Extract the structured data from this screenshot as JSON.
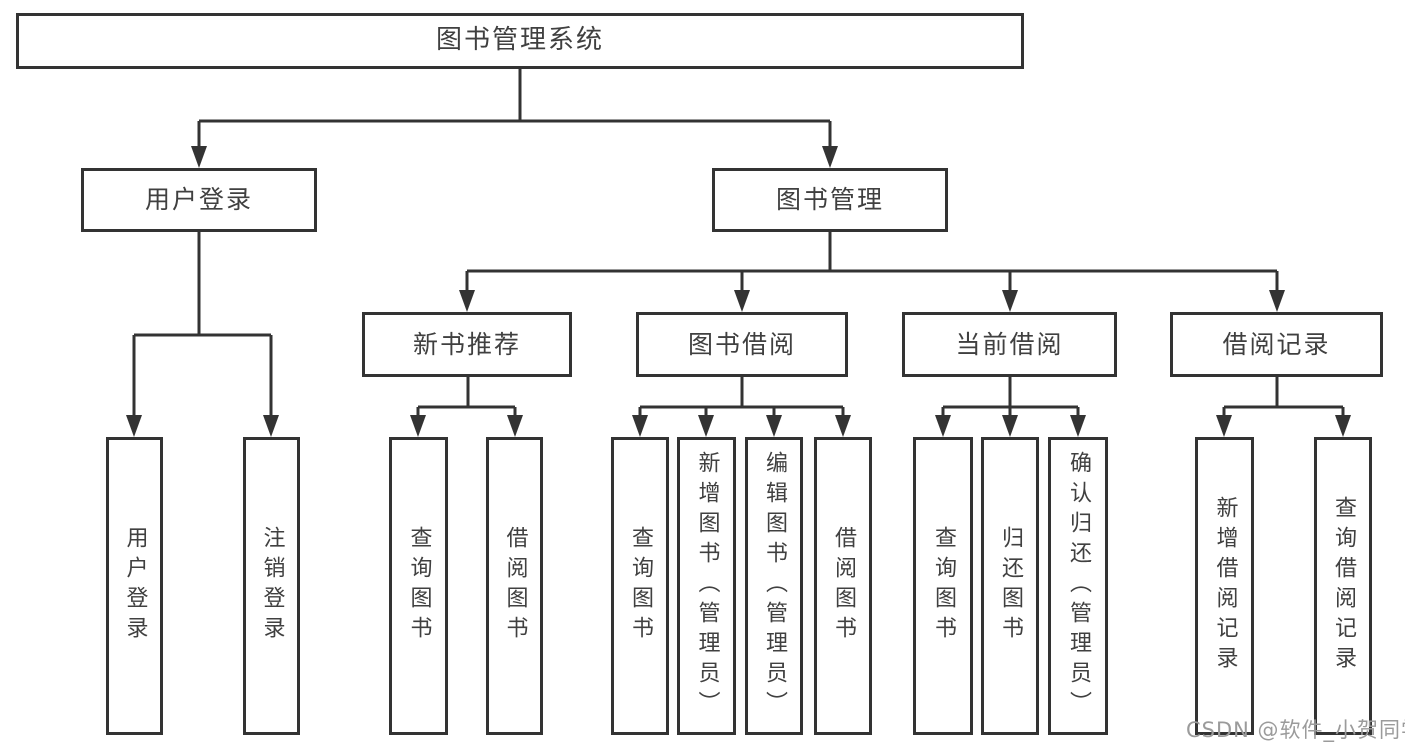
{
  "tree": {
    "label": "图书管理系统",
    "children": [
      {
        "label": "用户登录",
        "children": [
          {
            "label": "用户登录"
          },
          {
            "label": "注销登录"
          }
        ]
      },
      {
        "label": "图书管理",
        "children": [
          {
            "label": "新书推荐",
            "children": [
              {
                "label": "查询图书"
              },
              {
                "label": "借阅图书"
              }
            ]
          },
          {
            "label": "图书借阅",
            "children": [
              {
                "label": "查询图书"
              },
              {
                "label": "新增图书（管理员）"
              },
              {
                "label": "编辑图书（管理员）"
              },
              {
                "label": "借阅图书"
              }
            ]
          },
          {
            "label": "当前借阅",
            "children": [
              {
                "label": "查询图书"
              },
              {
                "label": "归还图书"
              },
              {
                "label": "确认归还（管理员）"
              }
            ]
          },
          {
            "label": "借阅记录",
            "children": [
              {
                "label": "新增借阅记录"
              },
              {
                "label": "查询借阅记录"
              }
            ]
          }
        ]
      }
    ]
  },
  "watermark": {
    "text": "CSDN @软件_小贺同学"
  },
  "colors": {
    "line": "#333333",
    "box_border": "#333333",
    "box_fill": "#ffffff",
    "text": "#404040",
    "watermark": "#9b9b9b",
    "background": "#ffffff"
  }
}
